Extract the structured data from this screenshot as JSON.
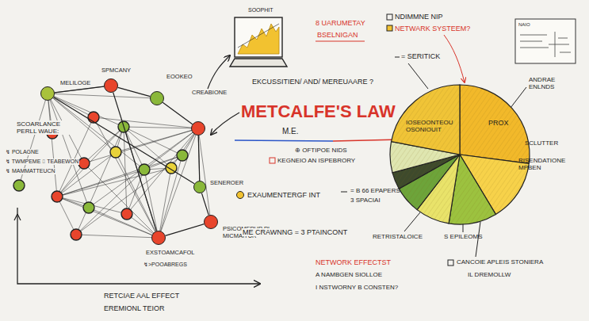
{
  "diagram": {
    "title": "METCALFE'S LAW",
    "nodes": [
      {
        "text": [
          "MELILOGE"
        ]
      },
      {
        "text": [
          "SPMCANY"
        ]
      },
      {
        "text": [
          "EOOKEO"
        ]
      },
      {
        "text": [
          "CREABIONE"
        ]
      },
      {
        "text": [
          "SENEROER"
        ]
      },
      {
        "text": [
          "PSICOMEPUP PL MICMAITUR"
        ]
      },
      {
        "text": [
          "EXSTOAMCAFOL"
        ]
      }
    ],
    "edges": [
      {
        "from": 0,
        "to": 1,
        "arrow": "none"
      },
      {
        "from": 1,
        "to": 2,
        "arrow": "none"
      },
      {
        "from": 2,
        "to": 3,
        "arrow": "none"
      },
      {
        "from": 3,
        "to": 4,
        "arrow": "none"
      },
      {
        "from": 4,
        "to": 5,
        "arrow": "none"
      },
      {
        "from": 5,
        "to": 6,
        "arrow": "none"
      },
      {
        "from": 1,
        "to": 6,
        "arrow": "none"
      },
      {
        "from": 0,
        "to": 4,
        "arrow": "none"
      }
    ],
    "labels": [
      "SOOPHIT",
      "8 UARUMETAY",
      "BSELNIGAN",
      "NDIMMNE NIP",
      "NETWARK SYSTEEM?",
      "NAIO",
      "EKCUSSITIEN/ AND/ MEREUAARE ?",
      "= SERITICK",
      "M.E.",
      "⊕ OFTIPOE NIDS",
      "KEGNEIO AN ISPEBRORY",
      "EXAUMENTERGF INT",
      "= B 66 EPAPERS",
      "3 SPACIAI",
      "ME CRAWNNG = 3 PTAINCONT",
      "NETWORK EFFECTST",
      "A NAMBGEN SIOLLOE",
      "I NSTWORNY B CONSTEN?",
      "IOSEOONTEOU OSONIOUIT",
      "ANDRAE ENLNDS",
      "PROX",
      "SCLUTTER",
      "RISENDATIONE MPBEN",
      "RETRISTALOICE",
      "S EPILEOMS",
      "CANCOIE APLEIS STONIERA",
      "IL DREMOLLW",
      "SCOARLANCE PERLL WAUE:",
      "↯ POLAGNE",
      "↯ TWMPEME ⌷ TEABEWON",
      "↯ MAMMATTEUCN",
      "↯>POOABREGS",
      "RETCIAE AAL EFFECT",
      "EREMIONL TEIOR"
    ]
  }
}
